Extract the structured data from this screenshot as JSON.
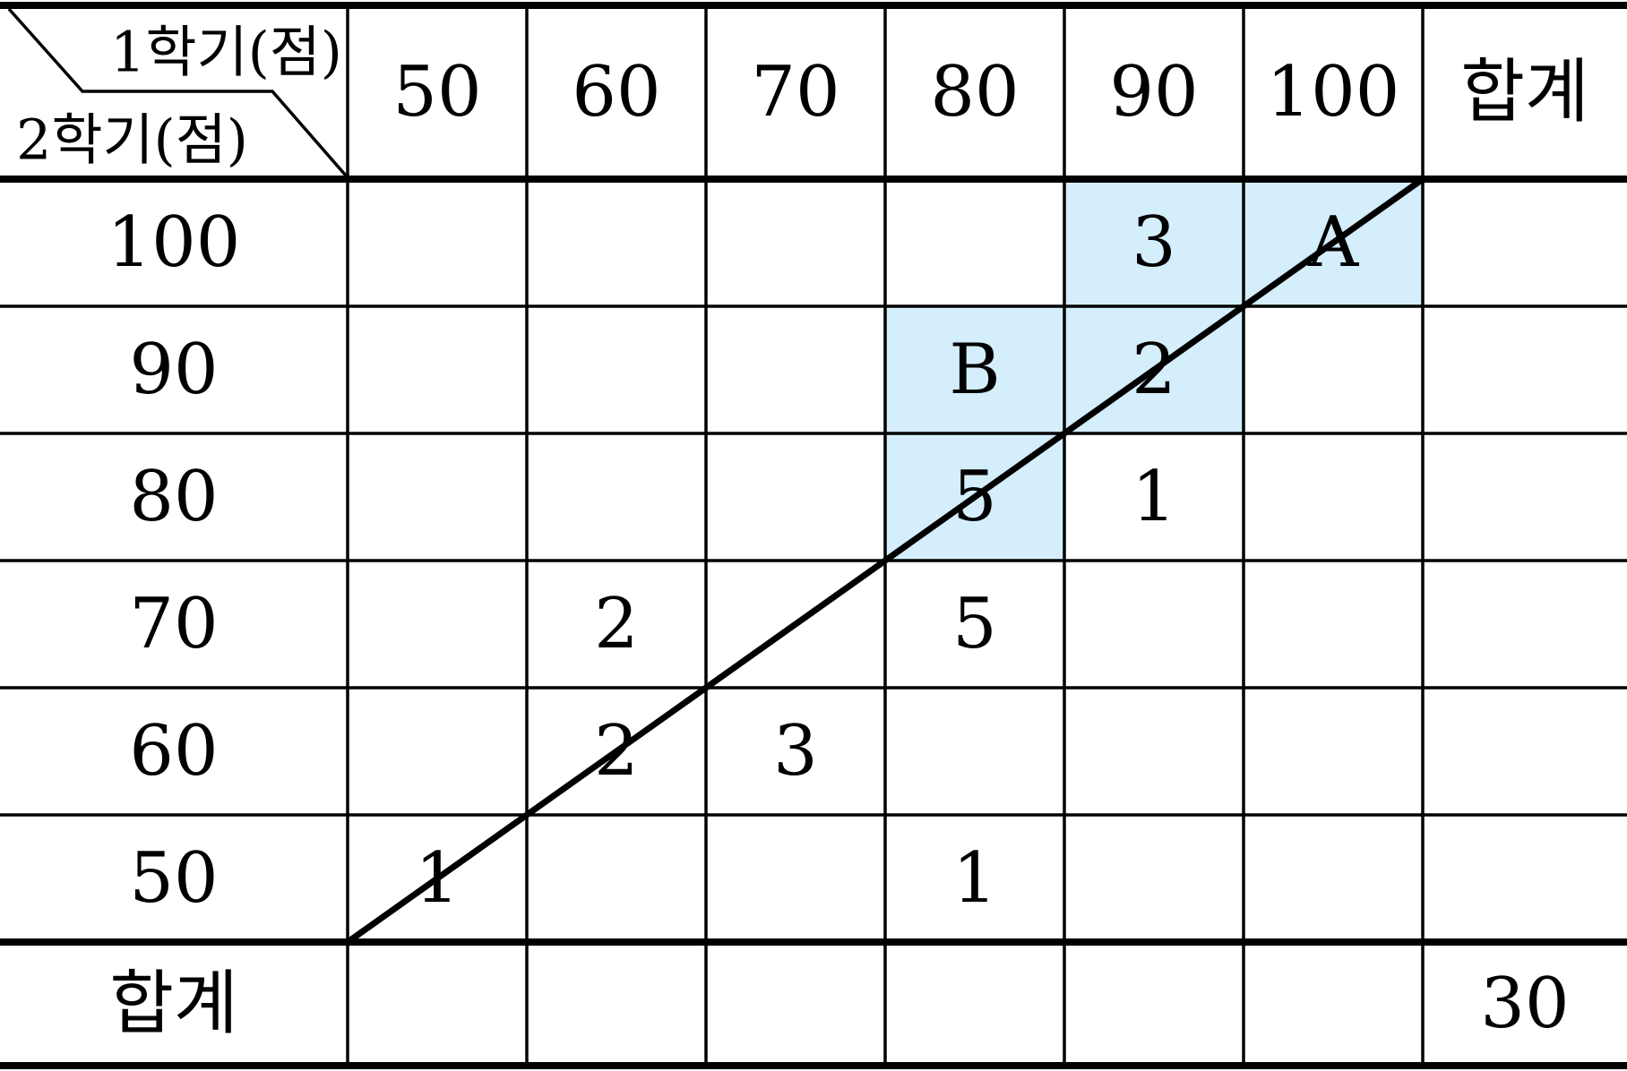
{
  "chart_data": {
    "type": "table",
    "corner": {
      "top_label": "1학기(점)",
      "bottom_label": "2학기(점)"
    },
    "columns": [
      "50",
      "60",
      "70",
      "80",
      "90",
      "100"
    ],
    "total_label": "합계",
    "rows": [
      {
        "label": "100",
        "cells": [
          "",
          "",
          "",
          "",
          "3",
          "A"
        ],
        "total": ""
      },
      {
        "label": "90",
        "cells": [
          "",
          "",
          "",
          "B",
          "2",
          ""
        ],
        "total": ""
      },
      {
        "label": "80",
        "cells": [
          "",
          "",
          "",
          "5",
          "1",
          ""
        ],
        "total": ""
      },
      {
        "label": "70",
        "cells": [
          "",
          "2",
          "",
          "5",
          "",
          ""
        ],
        "total": ""
      },
      {
        "label": "60",
        "cells": [
          "",
          "2",
          "3",
          "",
          "",
          ""
        ],
        "total": ""
      },
      {
        "label": "50",
        "cells": [
          "1",
          "",
          "",
          "1",
          "",
          ""
        ],
        "total": ""
      }
    ],
    "column_totals": [
      "",
      "",
      "",
      "",
      "",
      ""
    ],
    "grand_total": "30",
    "shaded_cells": [
      [
        0,
        4
      ],
      [
        0,
        5
      ],
      [
        1,
        3
      ],
      [
        1,
        4
      ],
      [
        2,
        3
      ]
    ],
    "shade_color": "#d4eefb",
    "line_color": "#000000",
    "diagonal_line": {
      "from": [
        "50",
        "50"
      ],
      "to": [
        "100",
        "100"
      ]
    }
  }
}
